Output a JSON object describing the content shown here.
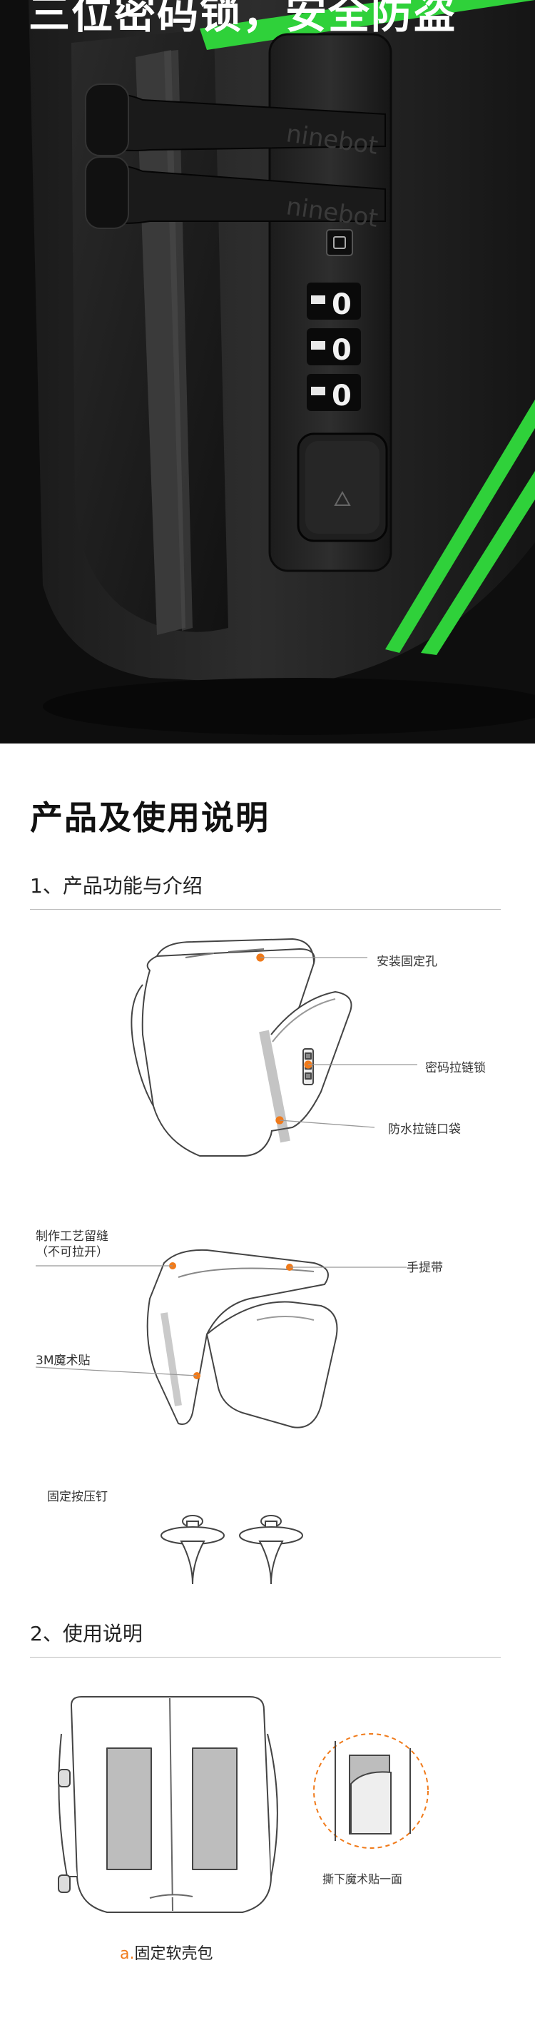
{
  "hero": {
    "title": "三位密码锁，安全防盗",
    "brand_mark": "ninebot",
    "lock_digits": [
      "0",
      "0",
      "0"
    ]
  },
  "section": {
    "title": "产品及使用说明"
  },
  "part1": {
    "heading": "1、产品功能与介绍",
    "callouts": {
      "mount_hole": "安装固定孔",
      "combo_zipper_lock": "密码拉链锁",
      "waterproof_pocket": "防水拉链口袋",
      "seam_line1": "制作工艺留缝",
      "seam_line2": "（不可拉开）",
      "handle": "手提带",
      "velcro": "3M魔术贴",
      "press_pin": "固定按压钉"
    }
  },
  "part2": {
    "heading": "2、使用说明",
    "peel_caption": "撕下魔术贴一面",
    "step_a_mark": "a.",
    "step_a_text": "固定软壳包"
  },
  "colors": {
    "accent_green": "#2fd13a",
    "accent_orange": "#f07a1a",
    "bag_black": "#1a1a1a"
  }
}
